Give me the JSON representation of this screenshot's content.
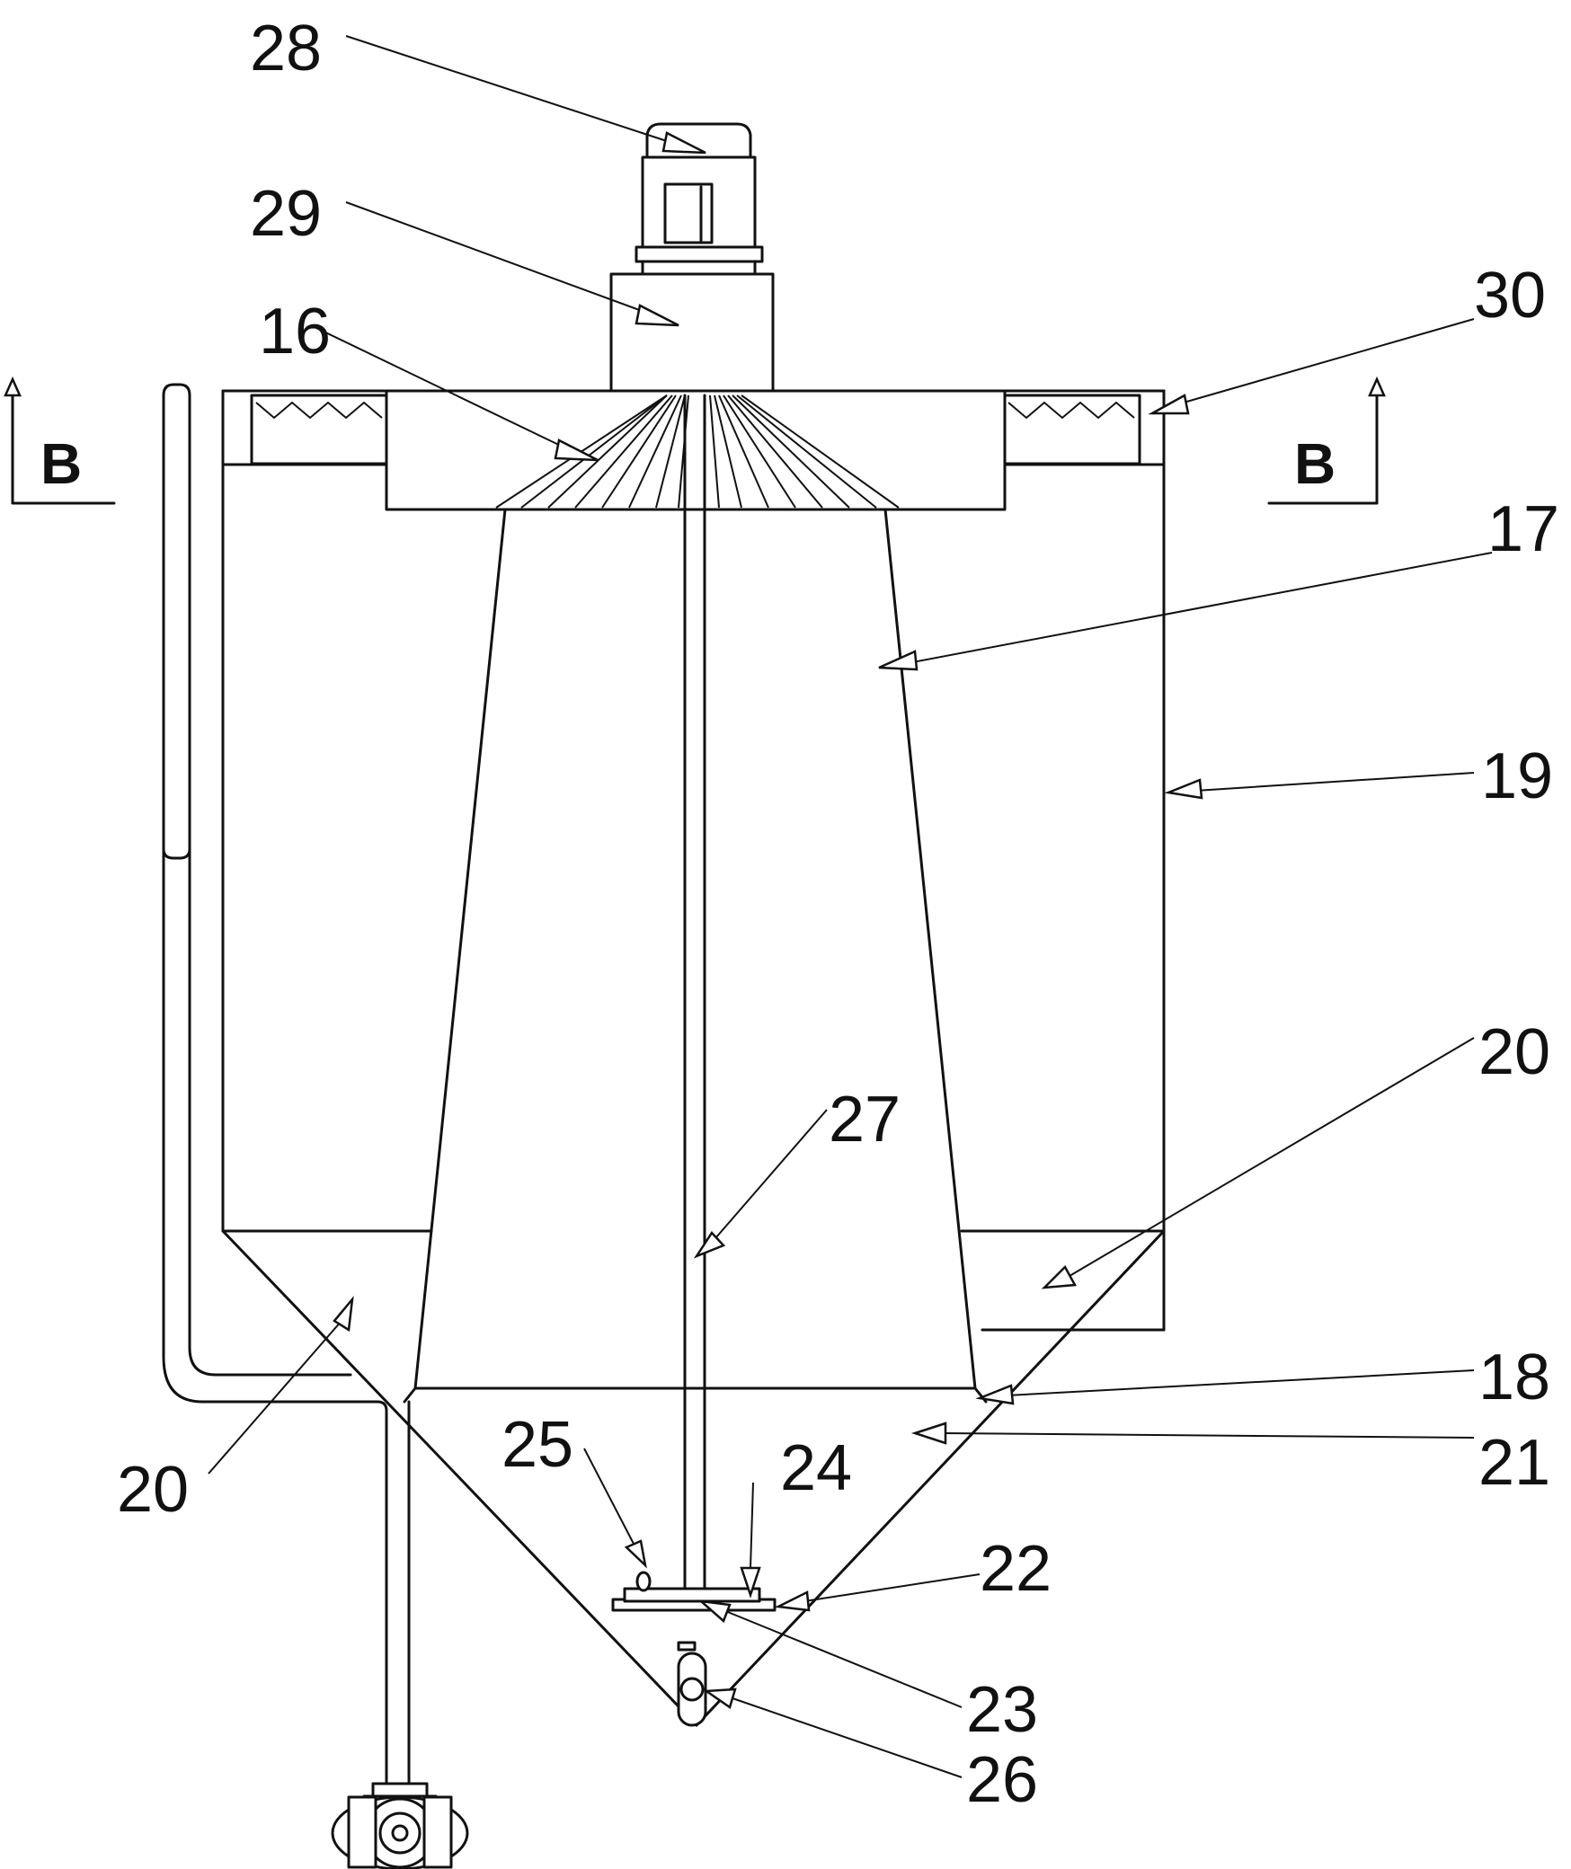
{
  "section_marks": [
    {
      "id": "left",
      "text": "B"
    },
    {
      "id": "right",
      "text": "B"
    }
  ],
  "callouts": [
    {
      "id": "c28",
      "text": "28"
    },
    {
      "id": "c29",
      "text": "29"
    },
    {
      "id": "c16",
      "text": "16"
    },
    {
      "id": "c30",
      "text": "30"
    },
    {
      "id": "c17",
      "text": "17"
    },
    {
      "id": "c19",
      "text": "19"
    },
    {
      "id": "c20r",
      "text": "20"
    },
    {
      "id": "c27",
      "text": "27"
    },
    {
      "id": "c20l",
      "text": "20"
    },
    {
      "id": "c18",
      "text": "18"
    },
    {
      "id": "c21",
      "text": "21"
    },
    {
      "id": "c25",
      "text": "25"
    },
    {
      "id": "c24",
      "text": "24"
    },
    {
      "id": "c22",
      "text": "22"
    },
    {
      "id": "c23",
      "text": "23"
    },
    {
      "id": "c26",
      "text": "26"
    }
  ]
}
